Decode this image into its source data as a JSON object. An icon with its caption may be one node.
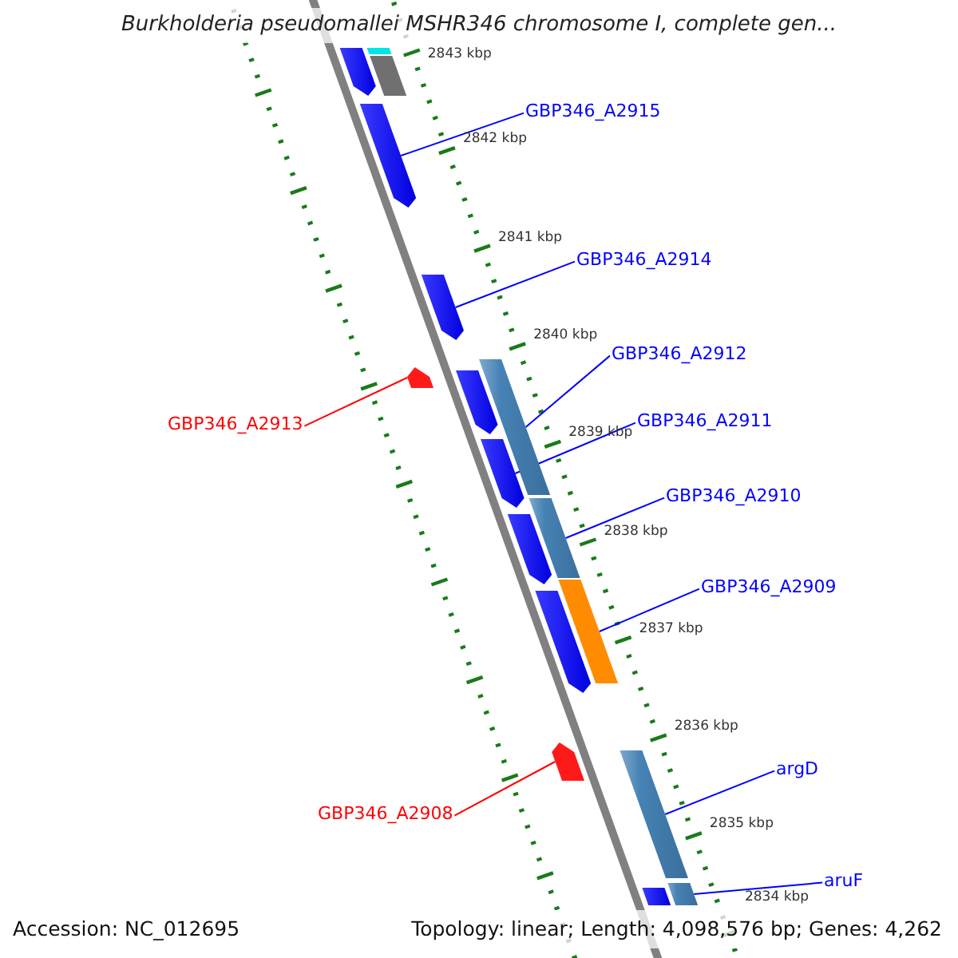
{
  "diagram": {
    "title": "Burkholderia pseudomallei MSHR346 chromosome I, complete gen...",
    "nodes": [
      {
        "text": [
          "GBP346_A2915"
        ]
      },
      {
        "text": [],
        "shape": "arrow"
      },
      {
        "text": [
          "GBP346_A2914"
        ]
      },
      {
        "text": [],
        "shape": "arrow"
      },
      {
        "text": [
          "GBP346_A2912"
        ]
      },
      {
        "text": [],
        "shape": "bar"
      },
      {
        "text": [
          "GBP346_A2913"
        ]
      },
      {
        "text": [],
        "shape": "arrow"
      },
      {
        "text": [
          "GBP346_A2911"
        ]
      },
      {
        "text": [],
        "shape": "arrow"
      },
      {
        "text": [
          "GBP346_A2910"
        ]
      },
      {
        "text": [],
        "shape": "bar"
      },
      {
        "text": [
          "GBP346_A2909"
        ]
      },
      {
        "text": [],
        "shape": "bar"
      },
      {
        "text": [
          "GBP346_A2908"
        ]
      },
      {
        "text": [],
        "shape": "arrow"
      },
      {
        "text": [
          "argD"
        ]
      },
      {
        "text": [],
        "shape": "bar"
      },
      {
        "text": [
          "aruF"
        ]
      },
      {
        "text": [],
        "shape": "bar"
      },
      {
        "text": [],
        "shape": "arrow"
      },
      {
        "text": [],
        "shape": "bar"
      },
      {
        "text": [],
        "shape": "bar"
      },
      {
        "text": [],
        "shape": "arrow"
      },
      {
        "text": [],
        "shape": "arrow"
      },
      {
        "text": [],
        "shape": "arrow"
      },
      {
        "text": [],
        "shape": "arrow"
      }
    ],
    "edges": [
      {
        "from": 0,
        "to": 1,
        "arrow": "none"
      },
      {
        "from": 2,
        "to": 3,
        "arrow": "none"
      },
      {
        "from": 4,
        "to": 5,
        "arrow": "none"
      },
      {
        "from": 6,
        "to": 7,
        "arrow": "none",
        "color": "#ff0000"
      },
      {
        "from": 8,
        "to": 9,
        "arrow": "none"
      },
      {
        "from": 10,
        "to": 11,
        "arrow": "none"
      },
      {
        "from": 12,
        "to": 13,
        "arrow": "none"
      },
      {
        "from": 14,
        "to": 15,
        "arrow": "none",
        "color": "#ff0000"
      },
      {
        "from": 16,
        "to": 17,
        "arrow": "none"
      },
      {
        "from": 18,
        "to": 19,
        "arrow": "none"
      }
    ],
    "labels": [
      "2843 kbp",
      "2842 kbp",
      "2841 kbp",
      "2840 kbp",
      "2839 kbp",
      "2838 kbp",
      "2837 kbp",
      "2836 kbp",
      "2835 kbp",
      "2834 kbp",
      "Accession: NC_012695",
      "Topology: linear; Length: 4,098,576 bp; Genes: 4,262"
    ]
  }
}
